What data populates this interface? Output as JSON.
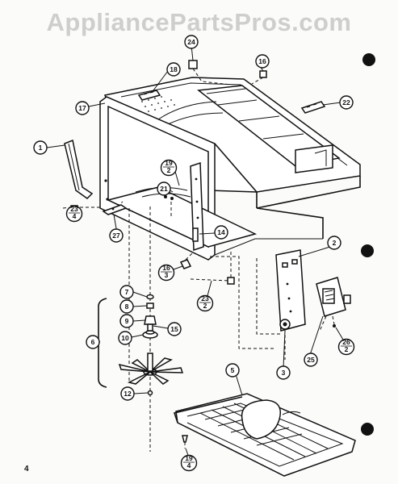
{
  "watermark": "AppliancePartsPros.com",
  "page_number": "4",
  "callouts": [
    {
      "id": "c1",
      "label": "1"
    },
    {
      "id": "c2",
      "label": "2"
    },
    {
      "id": "c3",
      "label": "3"
    },
    {
      "id": "c5",
      "label": "5"
    },
    {
      "id": "c6",
      "label": "6"
    },
    {
      "id": "c7",
      "label": "7"
    },
    {
      "id": "c8",
      "label": "8"
    },
    {
      "id": "c9",
      "label": "9"
    },
    {
      "id": "c10",
      "label": "10"
    },
    {
      "id": "c12",
      "label": "12"
    },
    {
      "id": "c14",
      "label": "14"
    },
    {
      "id": "c15",
      "label": "15"
    },
    {
      "id": "c16",
      "label": "16"
    },
    {
      "id": "c17",
      "label": "17"
    },
    {
      "id": "c18",
      "label": "18"
    },
    {
      "id": "c21",
      "label": "21"
    },
    {
      "id": "c22",
      "label": "22"
    },
    {
      "id": "c24",
      "label": "24"
    },
    {
      "id": "c25",
      "label": "25"
    },
    {
      "id": "c27",
      "label": "27"
    },
    {
      "id": "c19-2",
      "top": "19",
      "bottom": "2"
    },
    {
      "id": "c16-3",
      "top": "16",
      "bottom": "3"
    },
    {
      "id": "c23-4",
      "top": "23",
      "bottom": "4"
    },
    {
      "id": "c23-2",
      "top": "23",
      "bottom": "2"
    },
    {
      "id": "c26-2",
      "top": "26",
      "bottom": "2"
    },
    {
      "id": "c19-4",
      "top": "19",
      "bottom": "4"
    }
  ]
}
